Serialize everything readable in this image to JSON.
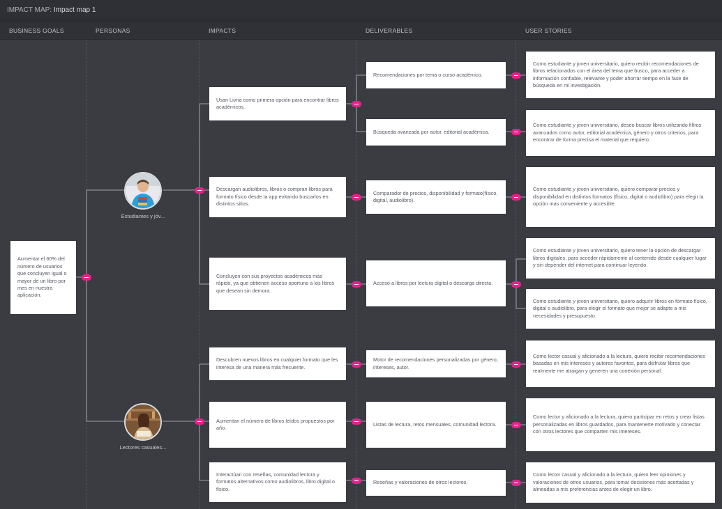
{
  "topbar": {
    "prefix": "IMPACT MAP:",
    "name": "Impact map 1"
  },
  "columns": {
    "goals": "BUSINESS GOALS",
    "personas": "PERSONAS",
    "impacts": "IMPACTS",
    "deliverables": "DELIVERABLES",
    "stories": "USER STORIES"
  },
  "goal": {
    "text": "Aumentar el 60% del número de usuarios que concluyen igual o mayor de un libro por mes en nuestra aplicación."
  },
  "personas": [
    {
      "label": "Estudiantes y jóv...",
      "icon": "student-avatar-icon"
    },
    {
      "label": "Lectores casuales...",
      "icon": "reader-avatar-icon"
    }
  ],
  "impacts": [
    "Usan Livria como primera opción para encontrar libros académicos.",
    "Descargan audiolibros, libros o  compran libros para formato físico desde la app evitando buscarlos en distintos sitios.",
    "Concluyen con sus proyectos académicos más rápido, ya que obtienen acceso oportuno a los libros que desean sin demora.",
    "Descubren nuevos libros en cualquier formato que les interesa de una manera más frecuente.",
    "Aumentan el número de libros leídos propuestos por año.",
    "Interactúan con reseñas, comunidad lectora y formatos alternativos como audiolibros, libro digital o físico."
  ],
  "deliverables": [
    "Recomendaciones por tema o curso académico.",
    "Búsqueda avanzada por autor, editorial académica.",
    "Comparador de precios, disponibilidad y formato(físico, digital, audiolibro).",
    "Acceso a libros por lectura digital o descarga directa.",
    "Motor de recomendaciones personalizadas por género, intereses, autor.",
    "Listas de lectura, retos mensuales, comunidad lectora.",
    "Reseñas y valoraciones de otros lectores."
  ],
  "stories": [
    "Como estudiante y joven universitario, quiero recibir recomendaciones de libros relacionados con el área del tema que busco, para acceder a información confiable, relevante y poder ahorrar tiempo en la fase de búsqueda en mi investigación.",
    "Como estudiante y joven universitario, deseo buscar libros utilizando filtros avanzados como autor, editorial académica, género y otros criterios, para encontrar de forma precisa el material que requiero.",
    "Como estudiante y joven universitario, quiero comparar precios y disponibilidad en distintos formatos (físico, digital o audiolibro) para elegir la opción mas conveniente y accesible.",
    "Como estudiante y joven universitario, quiero tener la opción de descargar libros digitales, para acceder rápidamente al contenido desde cualquier lugar y sin depender del internet para continuar leyendo.",
    "Como estudiante y joven universitario, quiero adquirir libros en formato físico, digital o audiolibro, para elegir el formato que mejor se adapte a mis necesidades y presupuesto.",
    "Como lector casual y aficionado a la lectura, quiero recibir recomendaciones basadas en mis intereses y autores favoritos, para disfrutar libros que realmente me atraigan y generen una conexión personal.",
    "Como lector y aficionado a la lectura, quiero participar en retos y crear listas personalizadas en libros guardados, para mantenerte motivado y conectar con otros lectores que comparten mis intereses.",
    "Como lector casual y aficionado a la lectura, quiero leer opiniones y valoraciones de otros usuarios, para tomar decisiones más acertadas y alineadas a mis preferencias antes de elegir un libro."
  ],
  "colors": {
    "accent": "#e8218f",
    "background": "#3a3c42",
    "card": "#ffffff"
  }
}
